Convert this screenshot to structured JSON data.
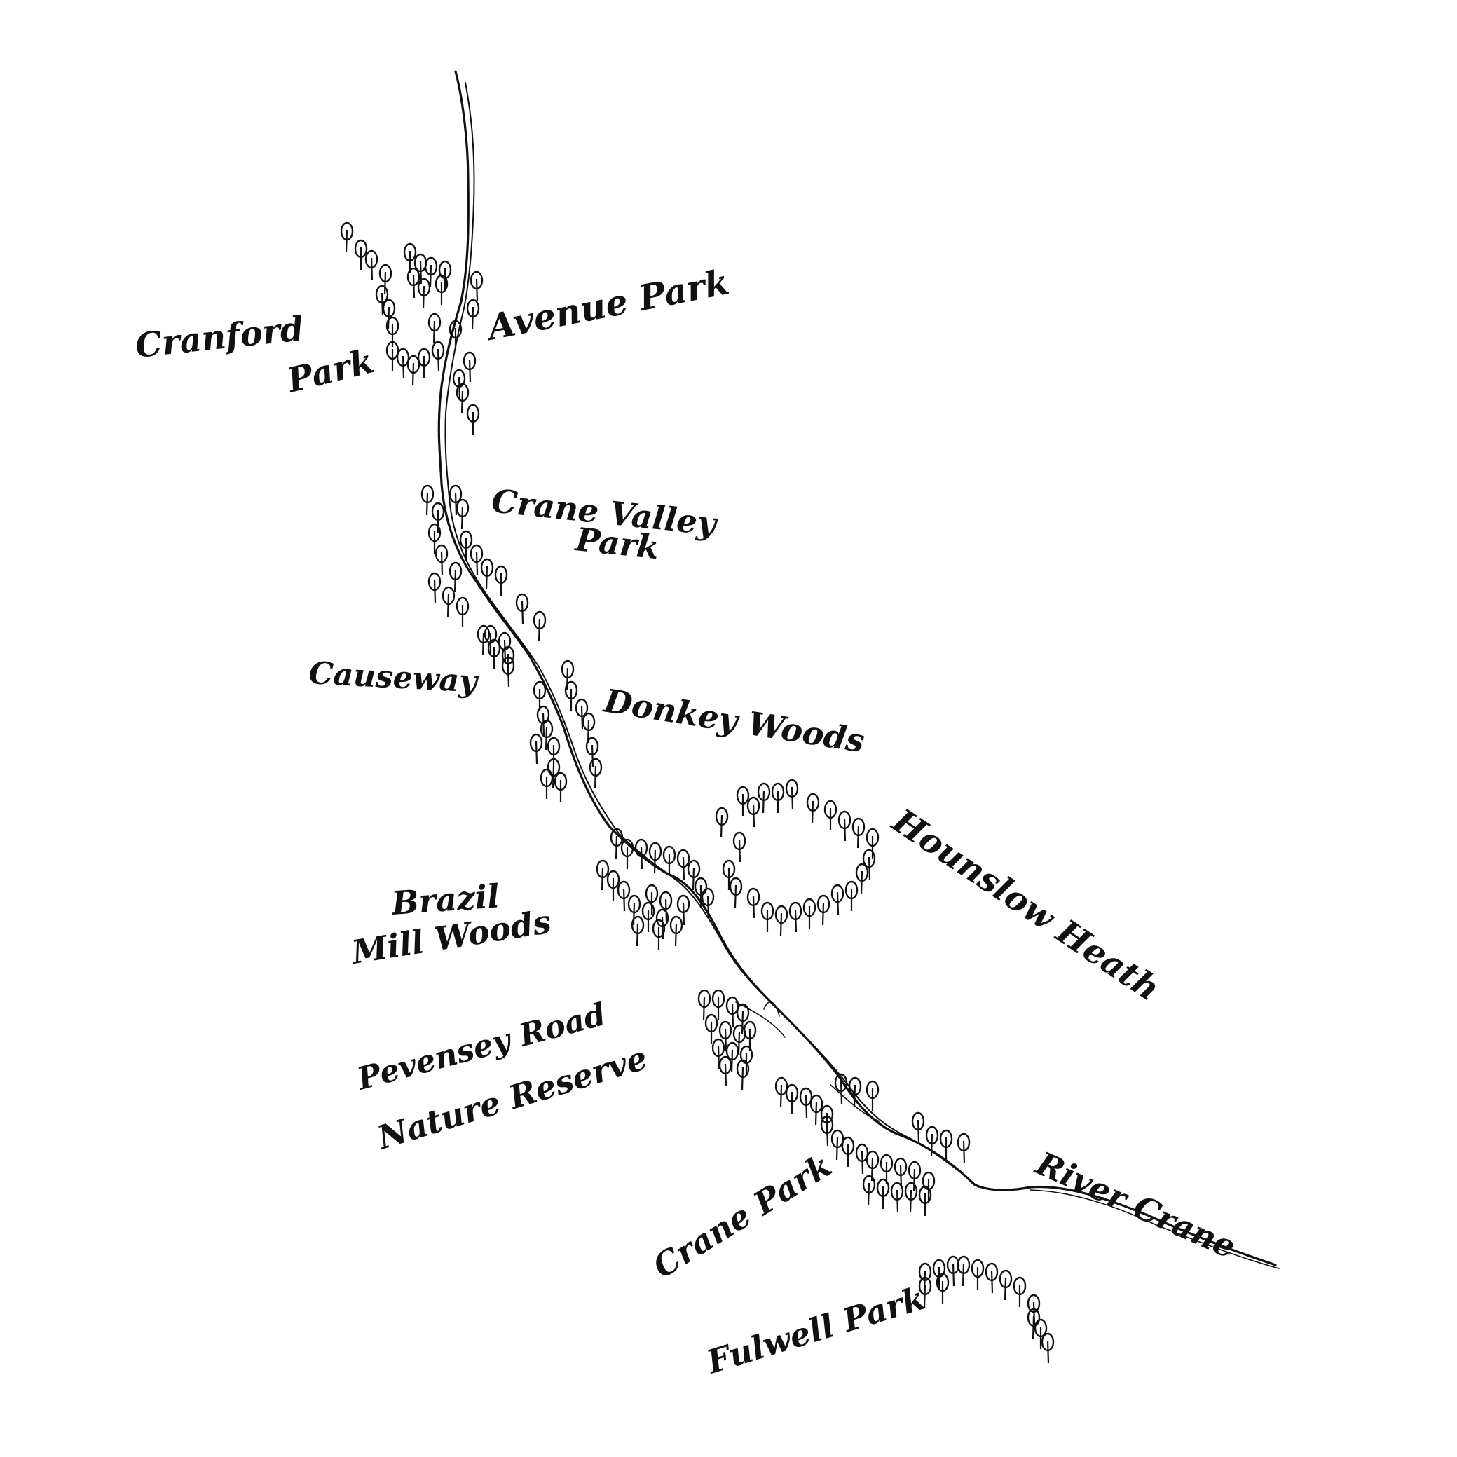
{
  "map": {
    "ink_color": "#111111",
    "paper_color": "#ffffff",
    "river": {
      "name": "River Crane"
    },
    "places": [
      {
        "id": "cranford-park",
        "lines": [
          "Cranford",
          "Park"
        ]
      },
      {
        "id": "avenue-park",
        "lines": [
          "Avenue Park"
        ]
      },
      {
        "id": "crane-valley-park",
        "lines": [
          "Crane Valley",
          "Park"
        ]
      },
      {
        "id": "causeway",
        "lines": [
          "Causeway"
        ]
      },
      {
        "id": "donkey-woods",
        "lines": [
          "Donkey Woods"
        ]
      },
      {
        "id": "hounslow-heath",
        "lines": [
          "Hounslow Heath"
        ]
      },
      {
        "id": "brazil-mill-woods",
        "lines": [
          "Brazil",
          "Mill Woods"
        ]
      },
      {
        "id": "pevensey-road-nature-reserve",
        "lines": [
          "Pevensey Road",
          "Nature Reserve"
        ]
      },
      {
        "id": "crane-park",
        "lines": [
          "Crane Park"
        ]
      },
      {
        "id": "fulwell-park",
        "lines": [
          "Fulwell Park"
        ]
      }
    ],
    "tree_symbol": "lollipop-tree-icon"
  }
}
